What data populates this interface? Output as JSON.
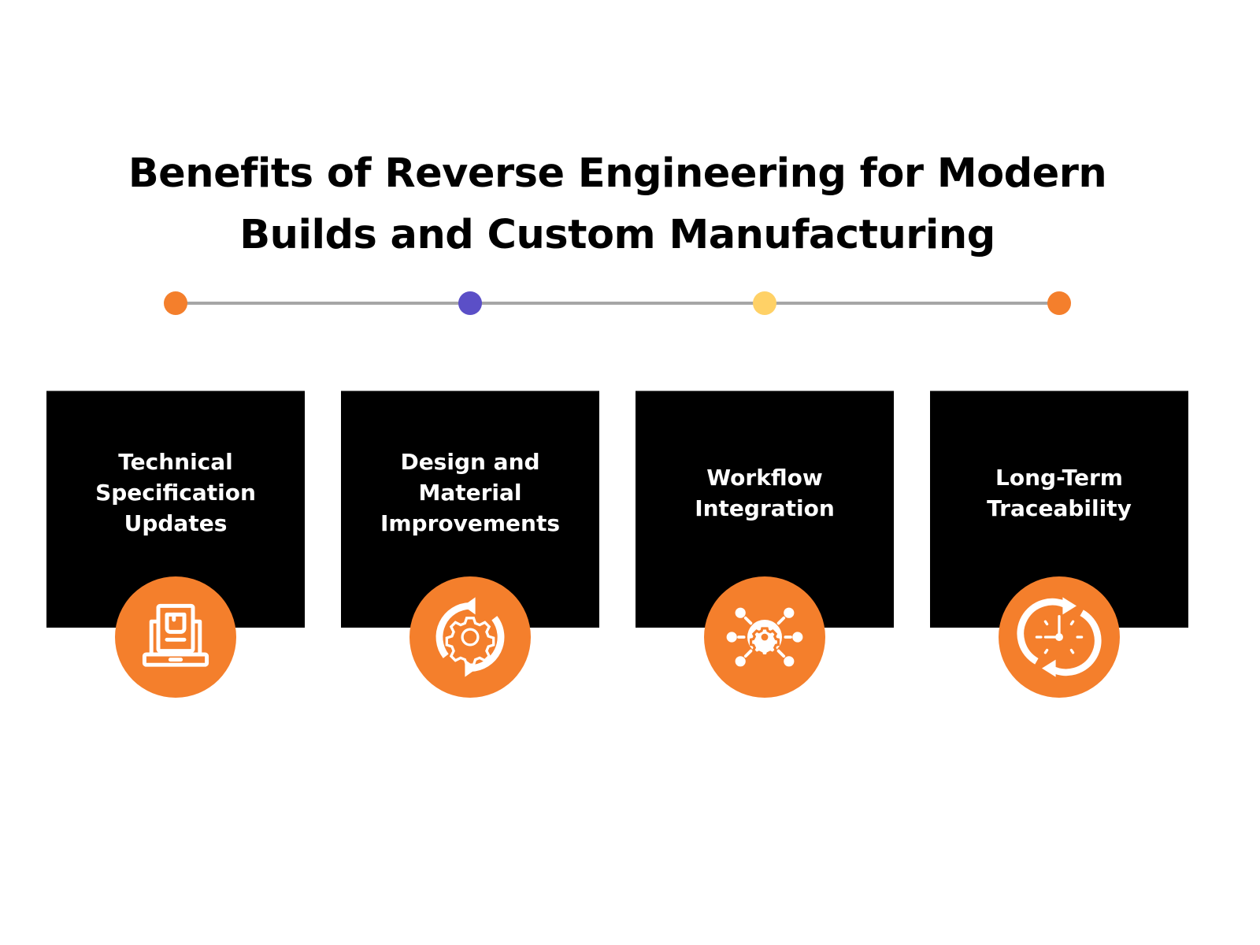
{
  "title": {
    "line1": "Benefits of Reverse Engineering for Modern",
    "line2": "Builds and Custom Manufacturing"
  },
  "timeline": {
    "line_color": "#a6a6a6",
    "dots": [
      {
        "color": "#f47f2c"
      },
      {
        "color": "#5b4fc7"
      },
      {
        "color": "#ffd166"
      },
      {
        "color": "#f47f2c"
      }
    ]
  },
  "colors": {
    "card_background": "#000000",
    "card_text": "#ffffff",
    "icon_circle": "#f47f2c"
  },
  "cards": [
    {
      "lines": [
        "Technical",
        "Specification",
        "Updates"
      ],
      "icon": "laptop-document-icon"
    },
    {
      "lines": [
        "Design and",
        "Material",
        "Improvements"
      ],
      "icon": "gear-refresh-icon"
    },
    {
      "lines": [
        "Workflow",
        "Integration"
      ],
      "icon": "gear-network-icon"
    },
    {
      "lines": [
        "Long-Term",
        "Traceability"
      ],
      "icon": "clock-cycle-icon"
    }
  ]
}
